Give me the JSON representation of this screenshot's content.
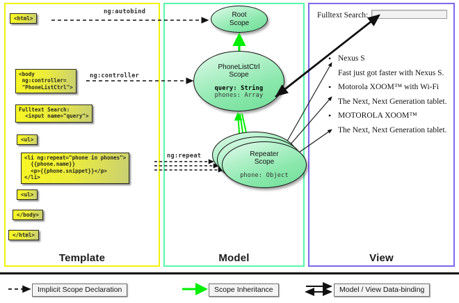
{
  "panels": {
    "template": {
      "label": "Template",
      "border_color": "#f2f20a"
    },
    "model": {
      "label": "Model",
      "border_color": "#55f7a8"
    },
    "view": {
      "label": "View",
      "border_color": "#7d66ec"
    }
  },
  "template_code": {
    "html_open": "<html>",
    "body_open": "<body\n ng:controller=\n \"PhoneListCtrl\">",
    "search": "Fulltext Search:\n  <input name=\"query\">",
    "ul_open": "<ul>",
    "li_block": "<li ng:repeat=\"phone in phones\">\n  {{phone.name}}\n  <p>{{phone.snippet}}</p>\n</li>",
    "ul_close": "<ul>",
    "body_close": "</body>",
    "html_close": "</html>"
  },
  "relations": {
    "autobind": "ng:autobind",
    "controller": "ng:controller",
    "repeat": "ng:repeat"
  },
  "scopes": {
    "root": {
      "title_line1": "Root",
      "title_line2": "Scope"
    },
    "controller": {
      "title_line1": "PhoneListCtrl",
      "title_line2": "Scope",
      "props": [
        {
          "text": "query: String",
          "bold": true
        },
        {
          "text": "phones: Array",
          "bold": false
        }
      ]
    },
    "repeater": {
      "title_line1": "Repeater",
      "title_line2": "Scope",
      "props": [
        {
          "text": "phone: Object",
          "bold": false
        }
      ]
    }
  },
  "view": {
    "search_label": "Fulltext Search:",
    "search_value": "",
    "search_placeholder": "",
    "items": [
      {
        "name": "Nexus S",
        "snippet": "Fast just got faster with Nexus S."
      },
      {
        "name": "Motorola XOOM™  with Wi-Fi",
        "snippet": "The Next, Next Generation tablet."
      },
      {
        "name": "MOTOROLA XOOM™",
        "snippet": "The Next, Next Generation tablet."
      }
    ]
  },
  "legend": [
    {
      "key": "implicit",
      "label": "Implicit Scope Declaration",
      "line": "dashed-black-arrow"
    },
    {
      "key": "inherit",
      "label": "Scope Inheritance",
      "line": "solid-green-arrow",
      "color": "#00ee00"
    },
    {
      "key": "binding",
      "label": "Model / View Data-binding",
      "line": "double-black-arrow"
    }
  ]
}
